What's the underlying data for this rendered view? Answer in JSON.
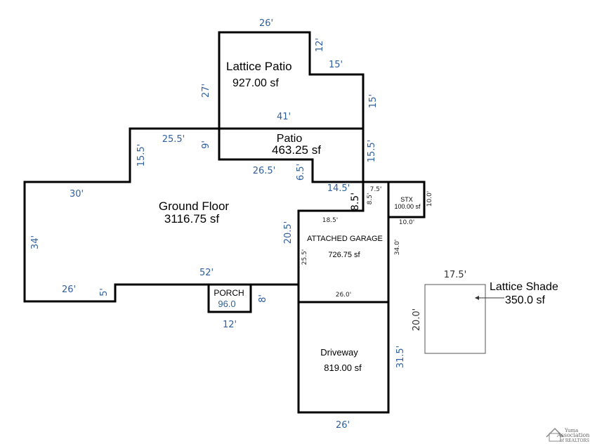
{
  "areas": {
    "lattice_patio": {
      "name": "Lattice Patio",
      "area": "927.00 sf"
    },
    "patio": {
      "name": "Patio",
      "area": "463.25 sf"
    },
    "ground_floor": {
      "name": "Ground Floor",
      "area": "3116.75 sf"
    },
    "porch": {
      "name": "PORCH",
      "area": "96.0"
    },
    "attached_garage": {
      "name": "ATTACHED GARAGE",
      "area": "726.75 sf"
    },
    "stx": {
      "name": "STX",
      "area": "100.00 sf"
    },
    "driveway": {
      "name": "Driveway",
      "area": "819.00 sf"
    },
    "lattice_shade": {
      "name": "Lattice Shade",
      "area": "350.0 sf"
    }
  },
  "dimensions": {
    "lp_top": "26'",
    "lp_step_v": "12'",
    "lp_step_h": "15'",
    "lp_right": "15'",
    "lp_left": "27'",
    "lp_bottom": "41'",
    "patio_left": "9'",
    "patio_bottom": "26.5'",
    "patio_step": "6.5'",
    "patio_right": "15.5'",
    "gf_top": "25.5'",
    "gf_step_v": "15.5'",
    "gf_top_left": "30'",
    "gf_left": "34'",
    "gf_bottom_left": "26'",
    "gf_step_small": "5'",
    "gf_bottom": "52'",
    "gf_mid": "20.5'",
    "gf_step_h": "14.5'",
    "gf_step_v2": "8.5'",
    "porch_bottom": "12'",
    "porch_side": "8'",
    "garage_top": "18.5'",
    "garage_left": "25.5'",
    "garage_right": "34.0'",
    "garage_bottom": "26.0'",
    "garage_notch_h": "7.5'",
    "garage_notch_v": "8.5'",
    "stx_bottom": "10.0'",
    "stx_right": "10.0'",
    "driveway_right": "31.5'",
    "driveway_bottom": "26'",
    "shade_top": "17.5'",
    "shade_left": "20.0'"
  },
  "logo": {
    "line1": "Yuma",
    "line2": "Association",
    "line3": "of REALTORS"
  }
}
